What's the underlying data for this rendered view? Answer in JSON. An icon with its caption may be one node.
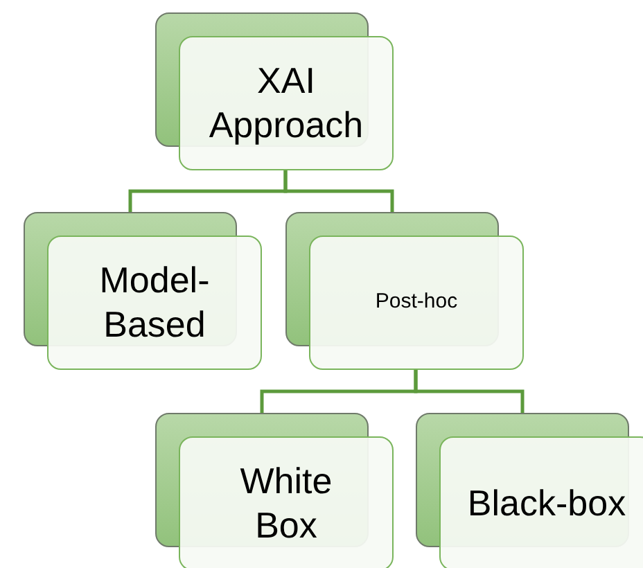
{
  "diagram": {
    "nodes": [
      {
        "text": [
          "XAI Approach"
        ]
      },
      {
        "text": [
          "Model-Based"
        ]
      },
      {
        "text": [
          "Post-hoc"
        ]
      },
      {
        "text": [
          "White Box"
        ]
      },
      {
        "text": [
          "Black-box"
        ]
      }
    ],
    "edges": [
      {
        "from": 0,
        "to": 1,
        "arrow": "none"
      },
      {
        "from": 0,
        "to": 2,
        "arrow": "none"
      },
      {
        "from": 2,
        "to": 3,
        "arrow": "none"
      },
      {
        "from": 2,
        "to": 4,
        "arrow": "none"
      }
    ]
  }
}
